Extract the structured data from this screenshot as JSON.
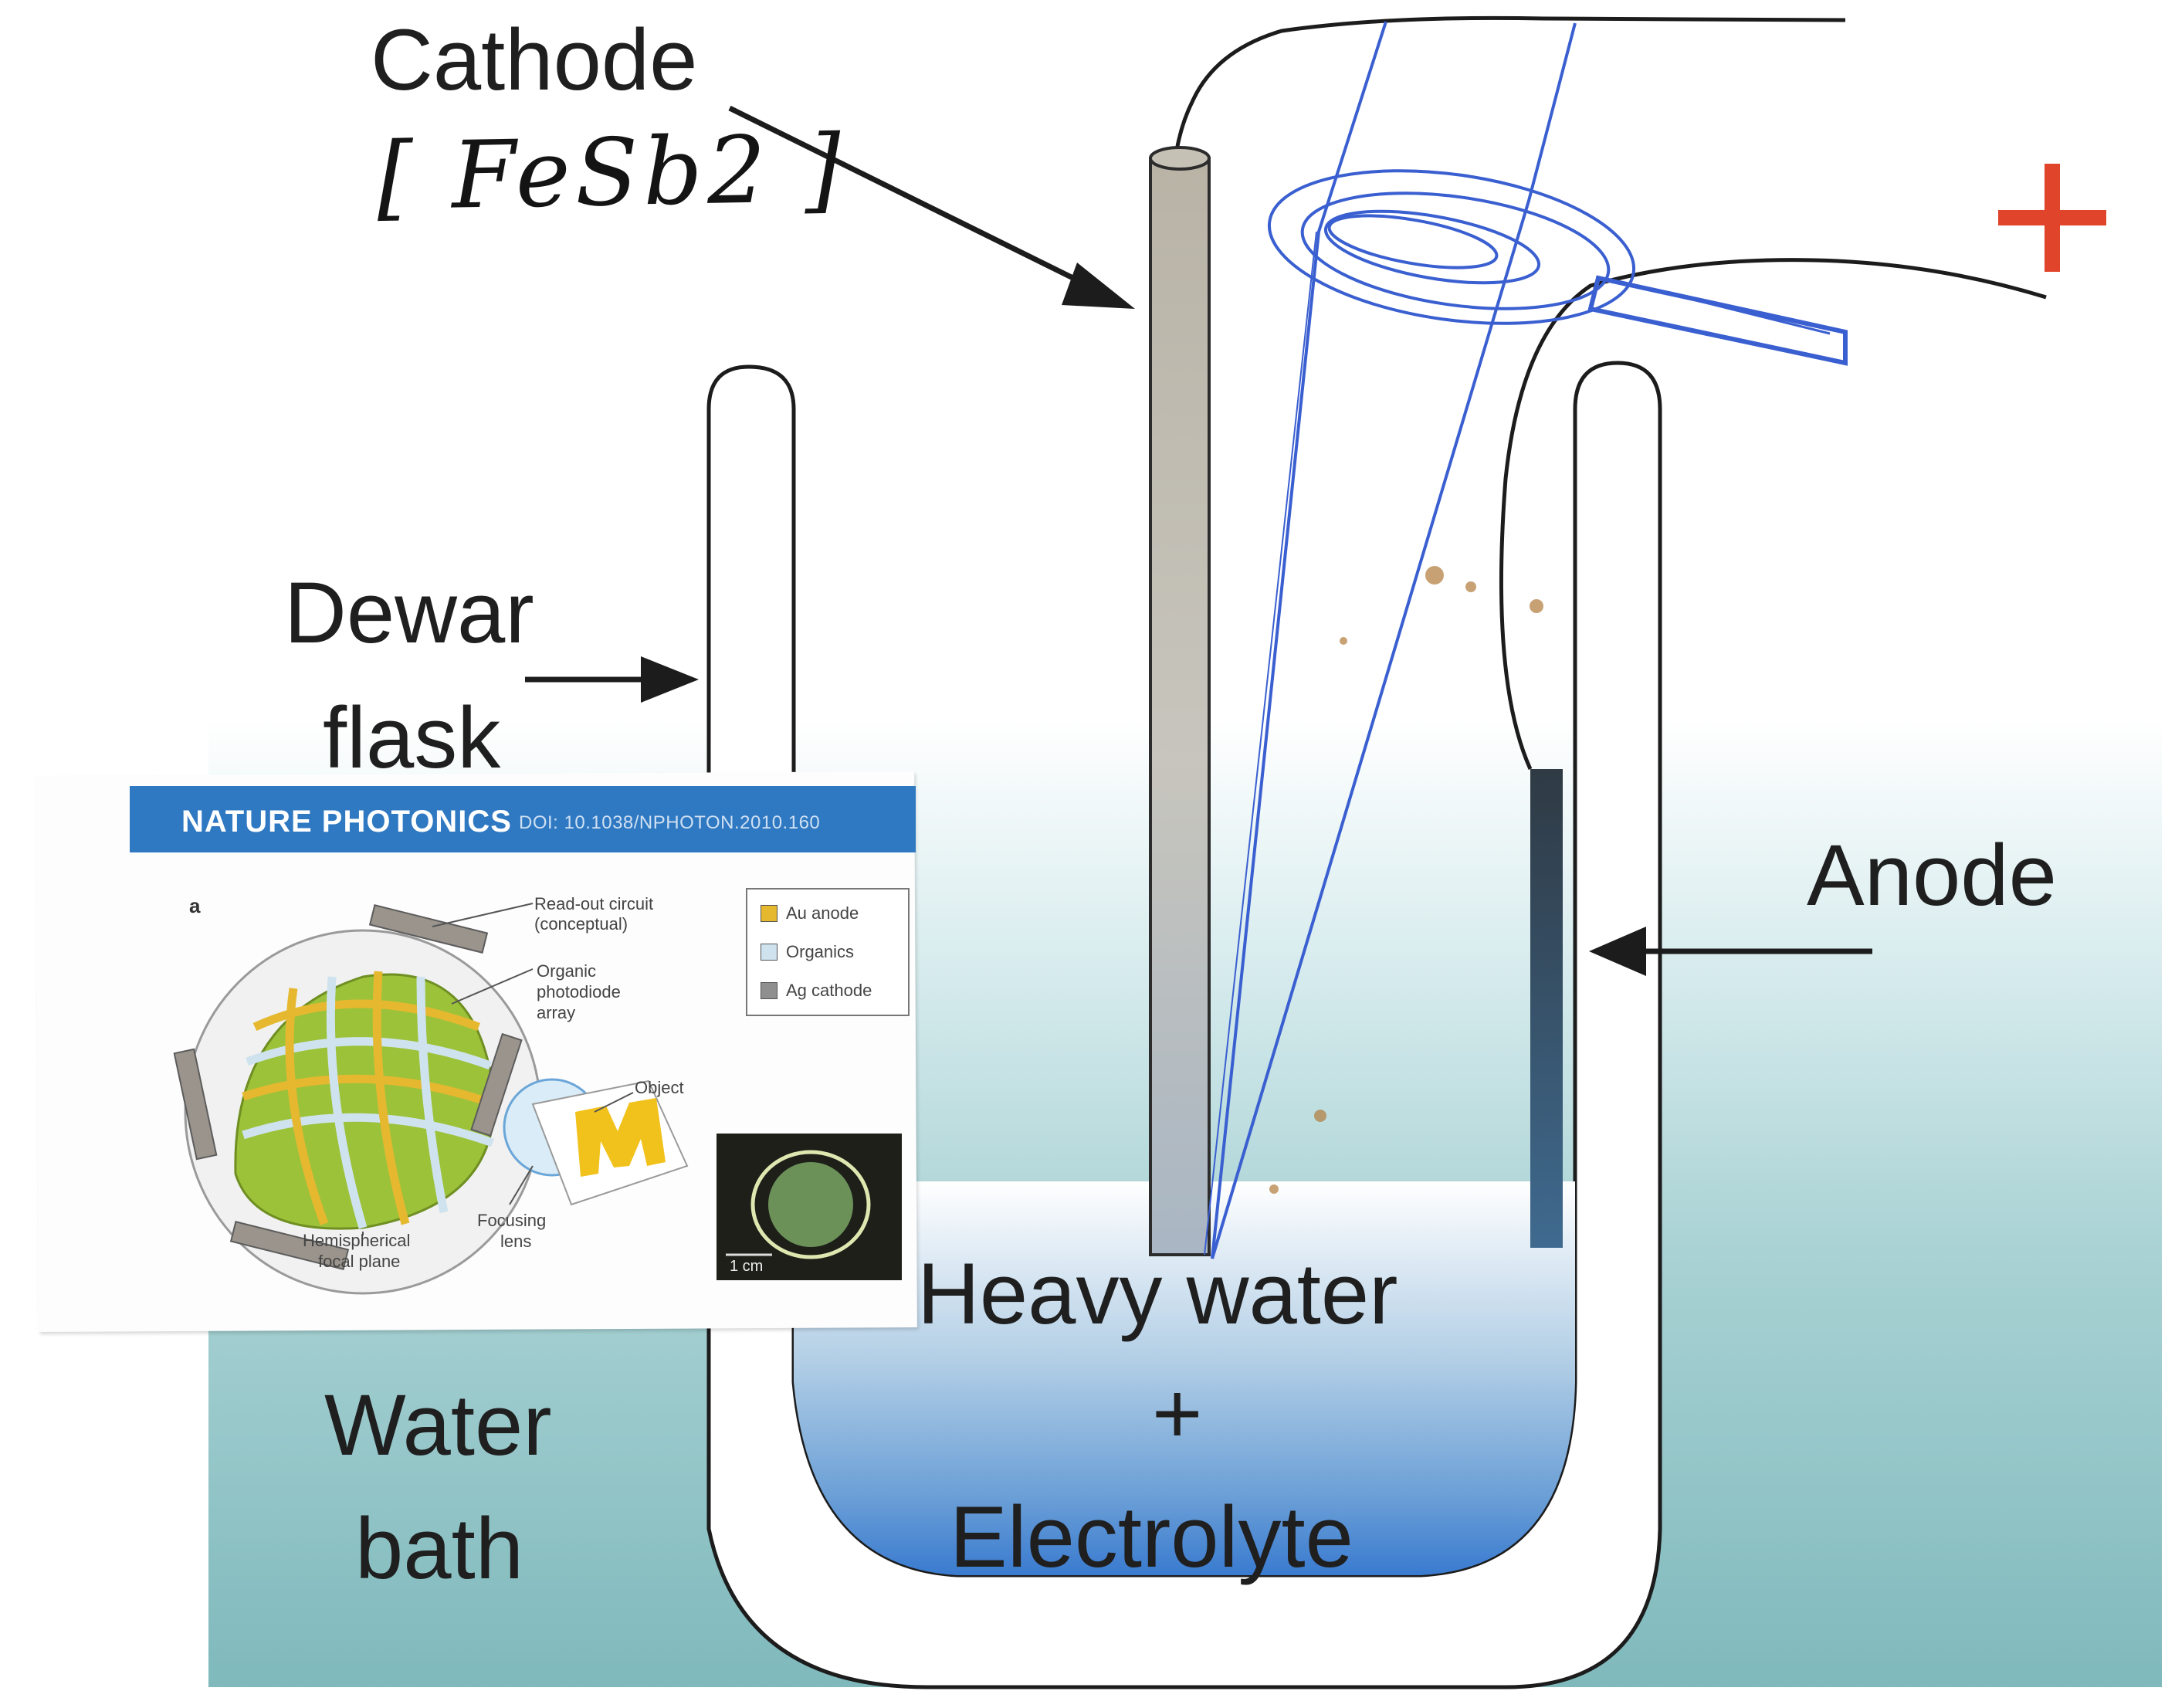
{
  "diagram": {
    "cathode_label": "Cathode",
    "cathode_handwritten": "[ FeSb2 ]",
    "dewar_label_line1": "Dewar",
    "dewar_label_line2": "flask",
    "anode_label": "Anode",
    "plus_sign": "+",
    "water_bath_line1": "Water",
    "water_bath_line2": "bath",
    "solution_line1": "Heavy water",
    "solution_line2": "+",
    "solution_line3": "Electrolyte"
  },
  "inset": {
    "journal": "NATURE PHOTONICS",
    "doi": "DOI: 10.1038/NPHOTON.2010.160",
    "panel_letter": "a",
    "callouts": {
      "readout_1": "Read-out circuit",
      "readout_2": "(conceptual)",
      "organic_1": "Organic",
      "organic_2": "photodiode",
      "organic_3": "array",
      "object": "Object",
      "hemi_1": "Hemispherical",
      "hemi_2": "focal plane",
      "lens_1": "Focusing",
      "lens_2": "lens"
    },
    "legend": [
      "Au anode",
      "Organics",
      "Ag cathode"
    ],
    "photo_scale": "1 cm"
  },
  "colors": {
    "water_bath": "#8fc3c6",
    "solution": "#3d7fc6",
    "plus_red": "#e0442a",
    "pen_blue": "#3a5fd0",
    "banner_blue": "#2f78c2"
  }
}
